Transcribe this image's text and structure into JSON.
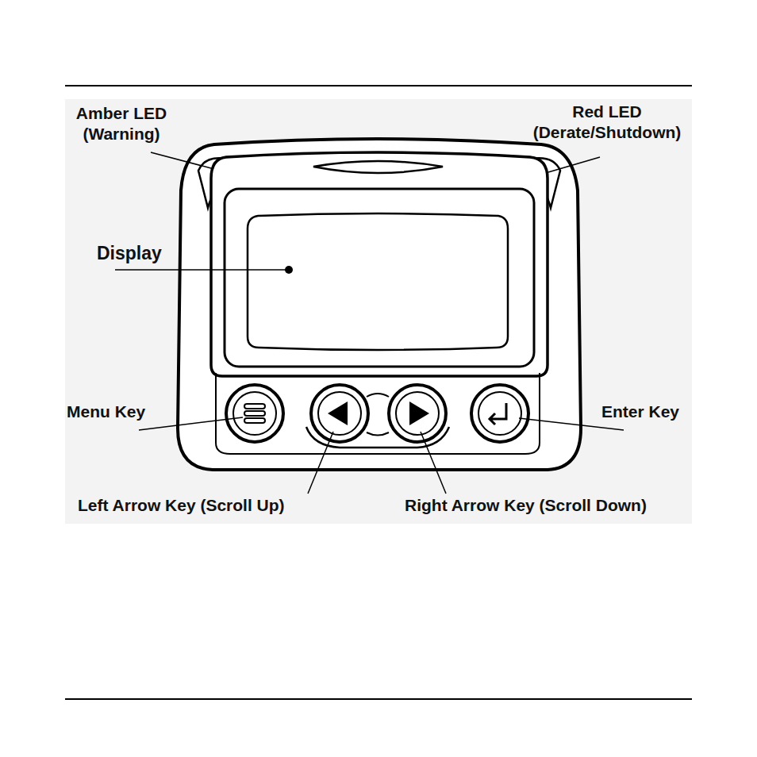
{
  "diagram": {
    "labels": [
      "Amber LED (Warning)",
      "Red LED (Derate/Shutdown)",
      "Display",
      "Menu Key",
      "Enter Key",
      "Left Arrow Key (Scroll Up)",
      "Right Arrow Key (Scroll Down)"
    ]
  }
}
